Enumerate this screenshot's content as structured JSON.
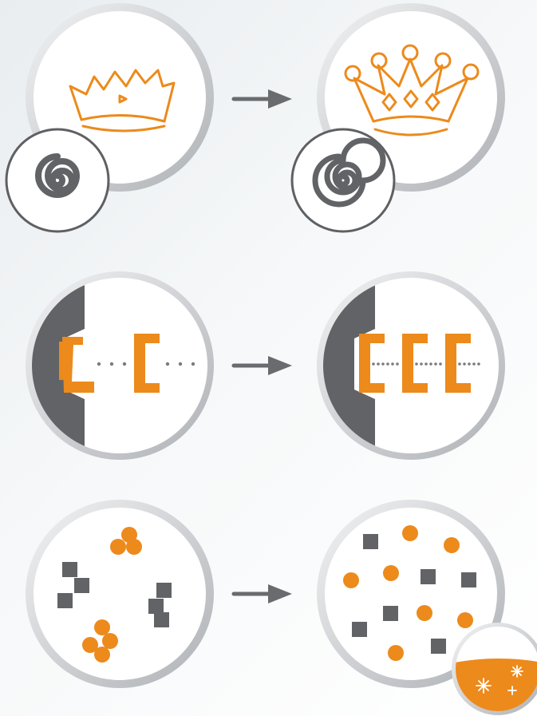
{
  "colors": {
    "orange": "#ec8a1c",
    "dark_gray": "#626366",
    "ring_light": "#d6d8db",
    "ring_mid": "#b4b7bb",
    "arrow": "#6a6b6e",
    "circle_fill": "#ffffff"
  },
  "rows": [
    {
      "name": "row-crown",
      "before": {
        "content": "small-crown",
        "badge": "spiral-badge-small"
      },
      "arrow": "right-arrow",
      "after": {
        "content": "large-crown-with-jewels",
        "badge": "spiral-badge-large"
      }
    },
    {
      "name": "row-brackets",
      "before": {
        "content": "two-brackets-spread-on-wall"
      },
      "arrow": "right-arrow",
      "after": {
        "content": "three-brackets-dense-on-wall"
      }
    },
    {
      "name": "row-particles",
      "before": {
        "content": "clustered-particles"
      },
      "arrow": "right-arrow",
      "after": {
        "content": "dispersed-particles",
        "badge": "sparkling-liquid-badge"
      }
    }
  ]
}
